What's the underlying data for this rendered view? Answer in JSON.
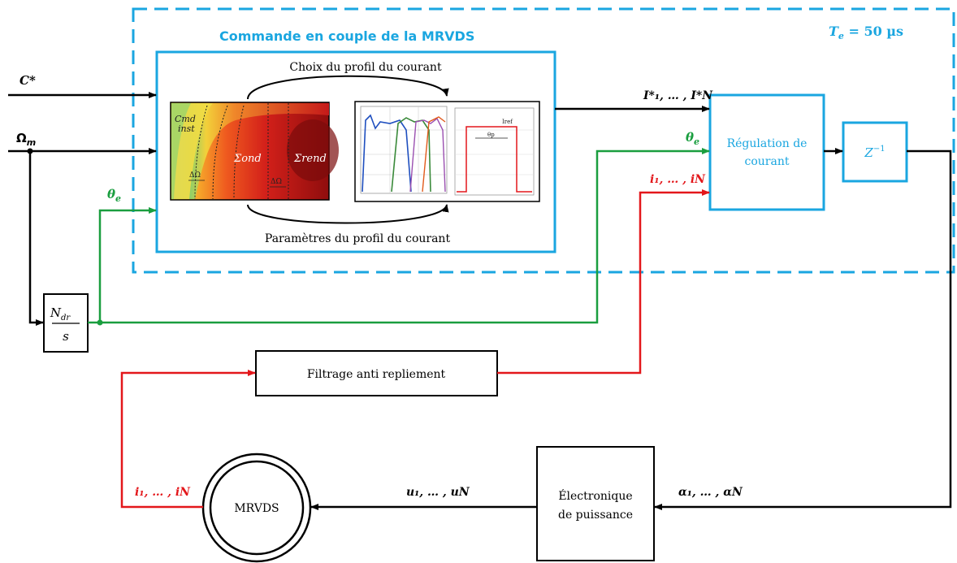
{
  "colors": {
    "blue": "#1aa6e0",
    "green": "#1a9e3f",
    "red": "#e3171b",
    "black": "#000000"
  },
  "labels": {
    "commande_title": "Commande en couple de la MRVDS",
    "ts_label": "T",
    "ts_sub": "e",
    "ts_value": " = 50 µs",
    "choix_profil": "Choix du profil du courant",
    "parametres_profil": "Paramètres du profil du courant",
    "regulation_line1": "Régulation de",
    "regulation_line2": "courant",
    "z_delay": "Z",
    "z_exp": "−1",
    "filtrage": "Filtrage anti repliement",
    "mrvds": "MRVDS",
    "electronique_line1": "Électronique",
    "electronique_line2": "de puissance",
    "integrator_num": "N",
    "integrator_num_sub": "dr",
    "integrator_den": "s",
    "c_star": "C*",
    "omega_m": "Ω",
    "omega_sub": "m",
    "theta_e": "θ",
    "theta_sub": "e",
    "i_ref": "I*₁, … , I*N",
    "currents_reg": "i₁, … , iN",
    "currents_mrvds": "i₁, … , iN",
    "voltages": "u₁, … , uN",
    "duty": "α₁, … , αN",
    "map_label_cmd": "Cmd",
    "map_label_inst": "inst",
    "map_sigma_ond": "Σond",
    "map_sigma_rend": "Σrend",
    "map_delta1": "ΔΩ",
    "map_delta2": "ΔΩ",
    "profile_iref": "Iref",
    "profile_theta": "θp"
  }
}
